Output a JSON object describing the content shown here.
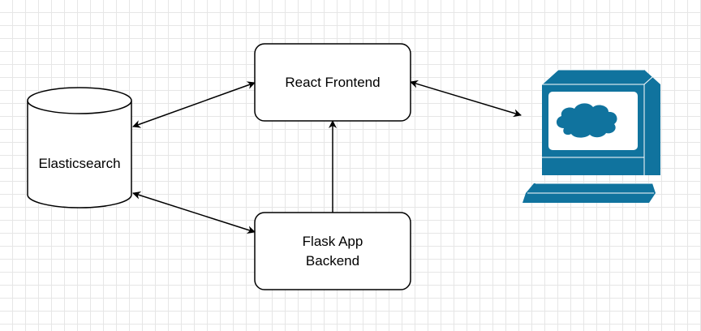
{
  "diagram": {
    "nodes": {
      "elasticsearch": {
        "label": "Elasticsearch"
      },
      "react_frontend": {
        "label": "React Frontend"
      },
      "flask_backend": {
        "label_line1": "Flask App",
        "label_line2": "Backend"
      },
      "client_computer": {
        "icon": "computer-monitor-icon"
      }
    },
    "edges": [
      {
        "from": "elasticsearch",
        "to": "react_frontend",
        "direction": "both"
      },
      {
        "from": "elasticsearch",
        "to": "flask_backend",
        "direction": "both"
      },
      {
        "from": "flask_backend",
        "to": "react_frontend",
        "direction": "forward"
      },
      {
        "from": "react_frontend",
        "to": "client_computer",
        "direction": "both"
      }
    ],
    "colors": {
      "stroke": "#000000",
      "fill": "#ffffff",
      "icon": "#10739e",
      "grid": "#e6e6e6"
    }
  }
}
